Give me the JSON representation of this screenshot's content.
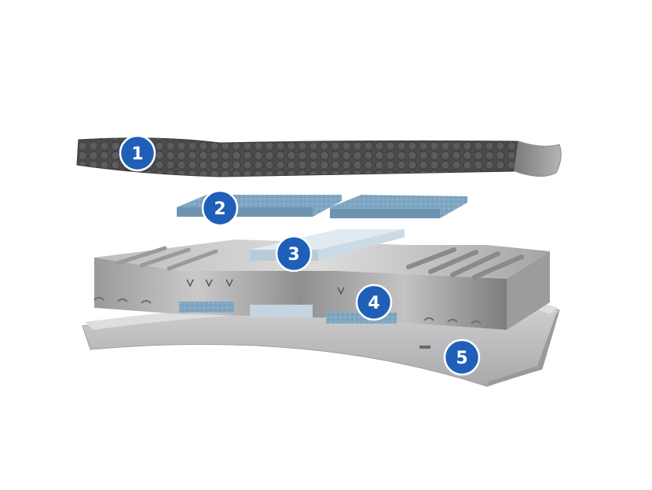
{
  "diagram": {
    "colors": {
      "background": "#ffffff",
      "marker_fill": "#1f5fb8",
      "marker_stroke": "#ffffff",
      "top_cover": "#4d4d4f",
      "inserts_blue": "#7fa8c4",
      "insert_light": "#c8d8e3",
      "core_foam": "#a9a9aa",
      "base_shell": "#c2c2c4"
    },
    "markers": [
      {
        "id": 1,
        "label": "1"
      },
      {
        "id": 2,
        "label": "2"
      },
      {
        "id": 3,
        "label": "3"
      },
      {
        "id": 4,
        "label": "4"
      },
      {
        "id": 5,
        "label": "5"
      }
    ]
  }
}
